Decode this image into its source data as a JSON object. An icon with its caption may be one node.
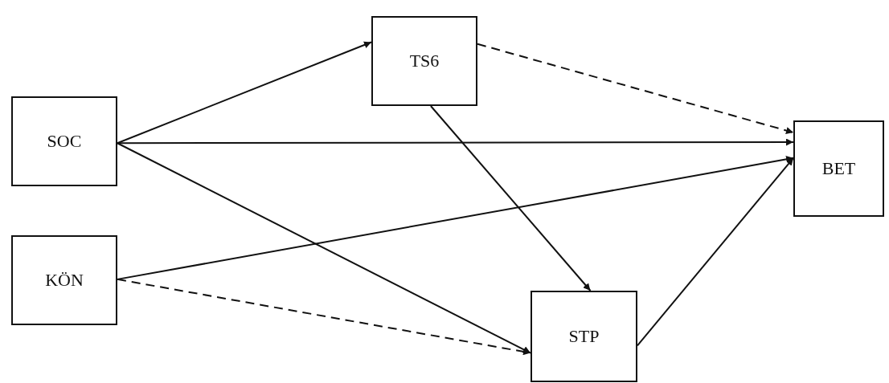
{
  "diagram": {
    "nodes": [
      {
        "text": [
          "SOC"
        ]
      },
      {
        "text": [
          "TS6"
        ]
      },
      {
        "text": [
          "BET"
        ]
      },
      {
        "text": [
          "KÖN"
        ]
      },
      {
        "text": [
          "STP"
        ]
      }
    ],
    "edges": [
      {
        "from": 0,
        "to": 1,
        "arrow": "to"
      },
      {
        "from": 0,
        "to": 2,
        "arrow": "to"
      },
      {
        "from": 0,
        "to": 4,
        "arrow": "to"
      },
      {
        "from": 1,
        "to": 2,
        "arrow": "to",
        "style": "dashed"
      },
      {
        "from": 1,
        "to": 4,
        "arrow": "to"
      },
      {
        "from": 3,
        "to": 2,
        "arrow": "to"
      },
      {
        "from": 3,
        "to": 4,
        "arrow": "to",
        "style": "dashed"
      },
      {
        "from": 4,
        "to": 2,
        "arrow": "to"
      }
    ]
  }
}
